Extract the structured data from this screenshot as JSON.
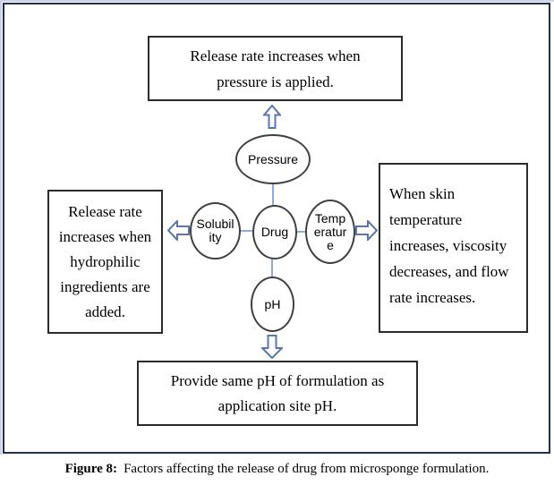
{
  "figure": {
    "caption_label": "Figure 8:",
    "caption_text": "Factors affecting the release of drug from microsponge formulation."
  },
  "diagram": {
    "center_node": "Drug",
    "factors": {
      "pressure": "Pressure",
      "solubility": "Solubil\nity",
      "temperature": "Temp\neratur\ne",
      "ph": "pH"
    },
    "effects": {
      "pressure": "Release rate increases when\npressure is applied.",
      "solubility": "Release rate\nincreases when\nhydrophilic\ningredients are\nadded.",
      "temperature": "When skin\ntemperature\nincreases, viscosity\ndecreases, and flow\nrate increases.",
      "ph": "Provide same pH of formulation as\napplication site pH."
    },
    "colors": {
      "frame_border": "#203150",
      "box_border": "#2b2b2b",
      "node_border": "#404040",
      "arrow_outline": "#5b76ab",
      "connector_line": "#8faadc"
    }
  }
}
